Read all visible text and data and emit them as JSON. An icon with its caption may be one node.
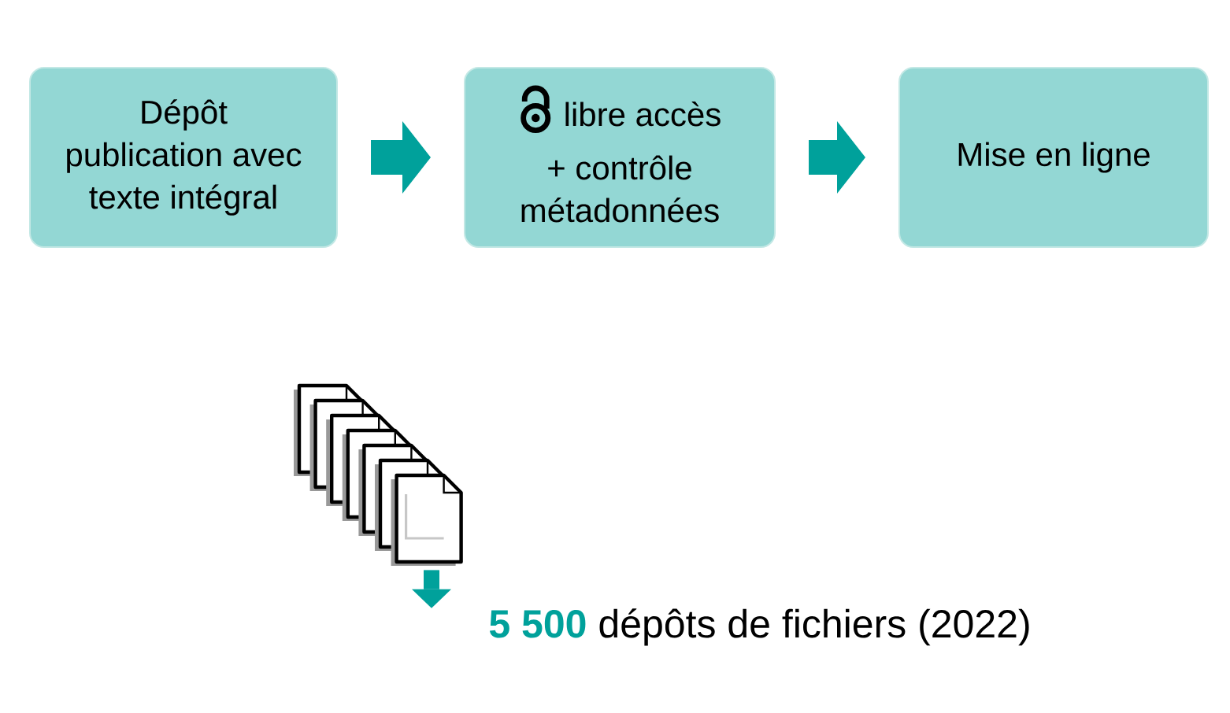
{
  "diagram": {
    "nodes": [
      {
        "text": [
          "Dépôt publication avec texte intégral"
        ]
      },
      {
        "text": [
          "libre accès",
          "+ contrôle métadonnées"
        ]
      },
      {
        "text": [
          "Mise en ligne"
        ]
      },
      {
        "text": [],
        "shape": "picture"
      },
      {
        "text": [
          "**5 500** dépôts de fichiers (2022)"
        ]
      }
    ],
    "edges": [
      {
        "from": 0,
        "to": 1,
        "arrow": "to"
      },
      {
        "from": 1,
        "to": 2,
        "arrow": "to"
      },
      {
        "from": 3,
        "to": 4,
        "arrow": "to"
      }
    ]
  }
}
